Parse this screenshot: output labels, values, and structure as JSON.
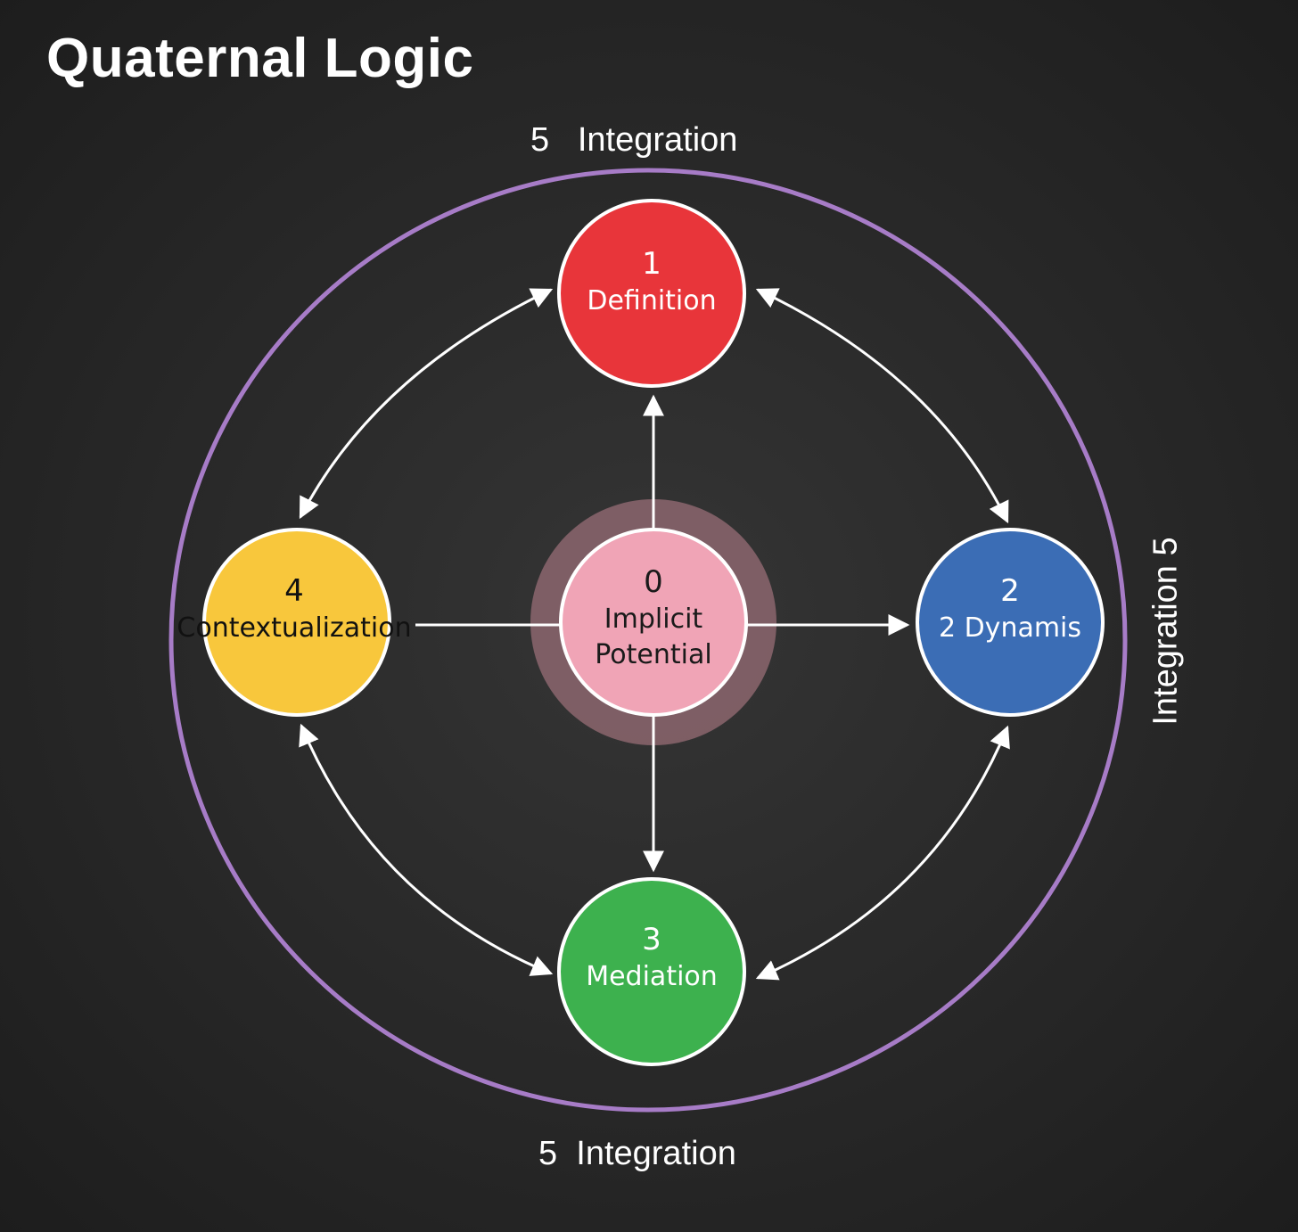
{
  "title": "Quaternal Logic",
  "integration": {
    "top_number": "5",
    "top_label": "Integration",
    "bottom_number": "5",
    "bottom_label": "Integration",
    "right_label": "Integration 5"
  },
  "nodes": {
    "center": {
      "number": "0",
      "label_line1": "Implicit",
      "label_line2": "Potential",
      "color": "#f0a4b6"
    },
    "top": {
      "number": "1",
      "label": "Definition",
      "color": "#e8353a"
    },
    "right": {
      "number": "2",
      "label": "2 Dynamis",
      "color": "#3b6db5"
    },
    "bottom": {
      "number": "3",
      "label": "Mediation",
      "color": "#3db14e"
    },
    "left": {
      "number": "4",
      "label": "Contextualization",
      "color": "#f8c73c"
    }
  },
  "colors": {
    "outer_ring": "#a77cc7",
    "arrows": "#ffffff",
    "background": "#2a2a2a"
  }
}
